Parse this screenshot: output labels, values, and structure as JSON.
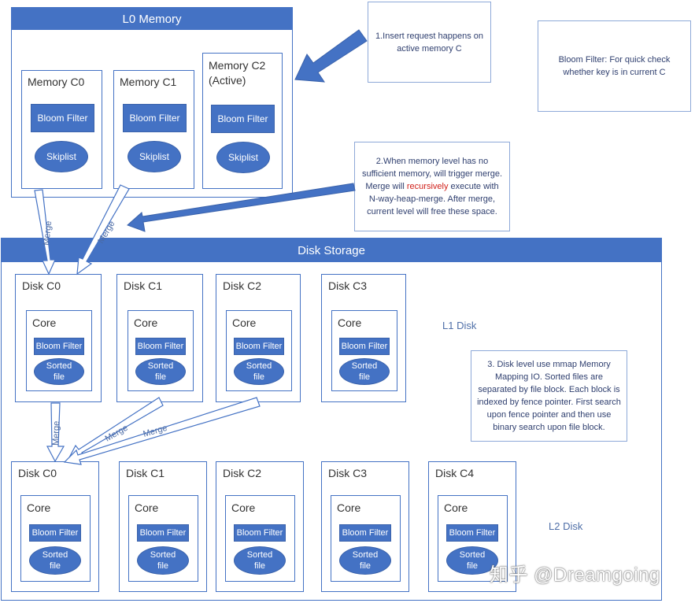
{
  "l0": {
    "title": "L0 Memory",
    "bloom": "Bloom Filter",
    "skiplist": "Skiplist",
    "memories": [
      {
        "line1": "Memory C0",
        "line2": ""
      },
      {
        "line1": "Memory C1",
        "line2": ""
      },
      {
        "line1": "Memory C2",
        "line2": "(Active)"
      }
    ]
  },
  "notes": {
    "insert": "1.Insert request happens on active memory C",
    "bloom": "Bloom Filter: For quick check whether key is in current C",
    "merge_a": "2.When memory level has no sufficient memory, will trigger merge. Merge will ",
    "merge_red": "recursively",
    "merge_b": " execute with N-way-heap-merge. After merge, current level will free these space.",
    "mmap": "3. Disk level use mmap Memory Mapping IO. Sorted files are separated by file block. Each block is indexed by fence pointer. First search upon fence pointer and then use binary search upon file block."
  },
  "disk": {
    "title": "Disk Storage",
    "core": "Core",
    "bloom": "Bloom Filter",
    "sorted": "Sorted file",
    "l1_label": "L1 Disk",
    "l2_label": "L2 Disk",
    "l1": [
      "Disk C0",
      "Disk C1",
      "Disk C2",
      "Disk C3"
    ],
    "l2": [
      "Disk C0",
      "Disk C1",
      "Disk C2",
      "Disk C3",
      "Disk C4"
    ]
  },
  "arrows": {
    "merge": "Merge"
  },
  "watermark": "知乎 @Dreamgoing",
  "colors": {
    "accent": "#4472c4",
    "arrow_fill": "#4472c4",
    "highlight": "#d0201a"
  }
}
